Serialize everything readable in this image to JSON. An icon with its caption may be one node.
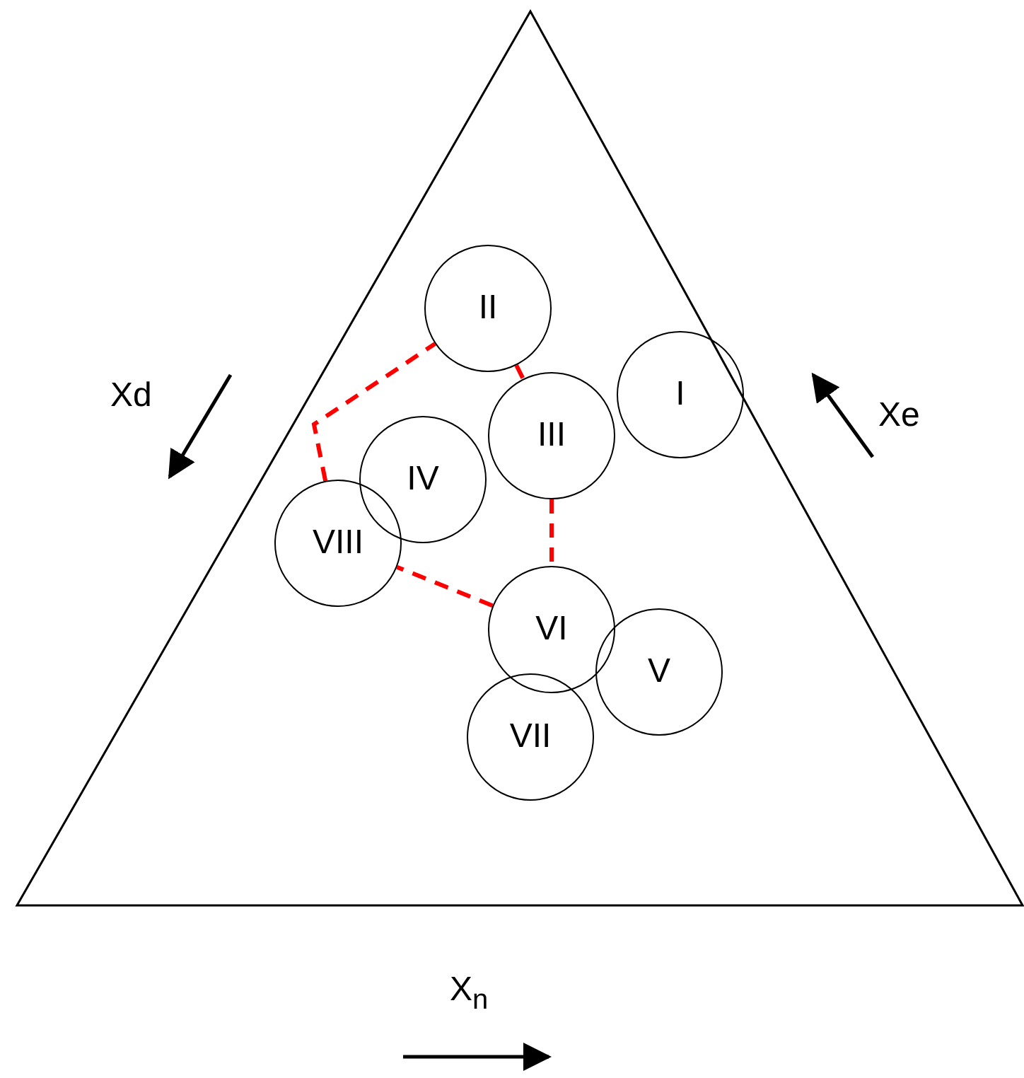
{
  "diagram": {
    "nodes": [
      {
        "text": [
          "II"
        ]
      },
      {
        "text": [
          "I"
        ]
      },
      {
        "text": [
          "III"
        ]
      },
      {
        "text": [
          "IV"
        ]
      },
      {
        "text": [
          "VIII"
        ]
      },
      {
        "text": [
          "VI"
        ]
      },
      {
        "text": [
          "V"
        ]
      },
      {
        "text": [
          "VII"
        ]
      }
    ],
    "edges": [
      {
        "from": 0,
        "to": 2,
        "arrow": "none",
        "style": "dashed",
        "color": "#ff0000"
      },
      {
        "from": 2,
        "to": 5,
        "arrow": "none",
        "style": "dashed",
        "color": "#ff0000"
      },
      {
        "from": 5,
        "to": 4,
        "arrow": "none",
        "style": "dashed",
        "color": "#ff0000"
      },
      {
        "from": 4,
        "to": 0,
        "arrow": "none",
        "style": "dashed",
        "color": "#ff0000"
      }
    ],
    "labels": [
      "Xd",
      "Xe",
      "X$_{n}$"
    ]
  }
}
